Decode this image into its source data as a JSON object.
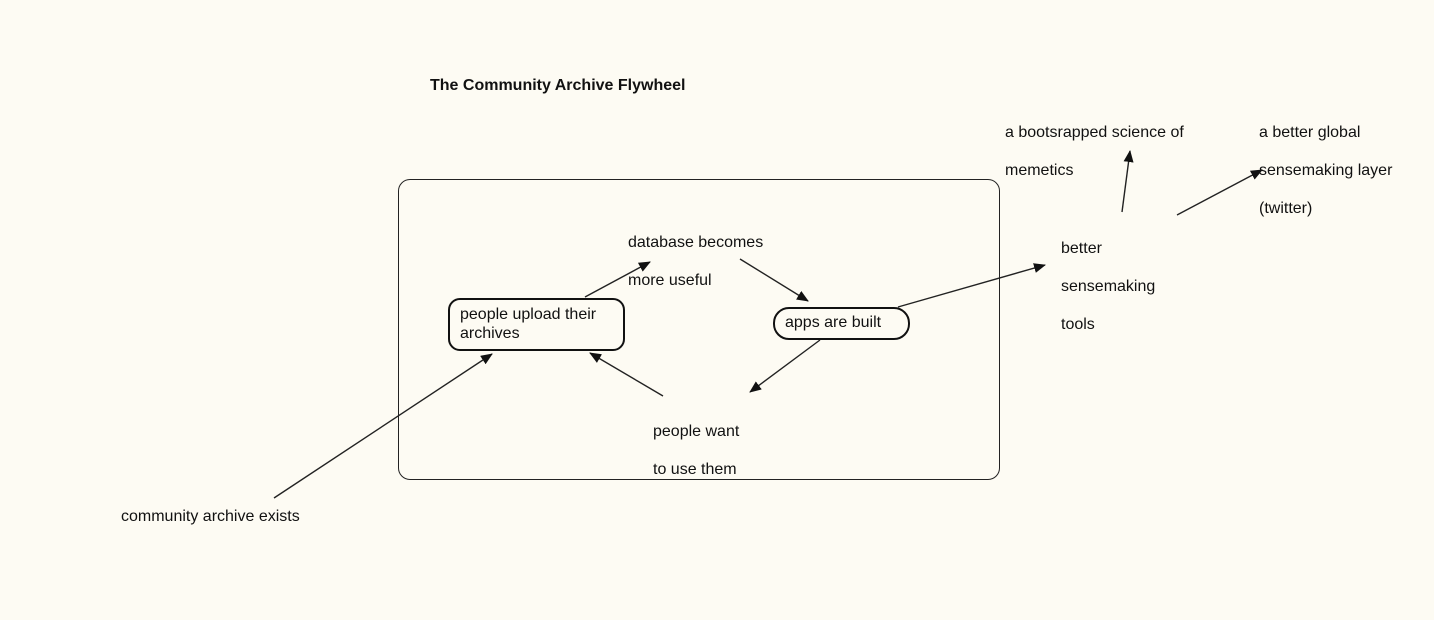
{
  "diagram": {
    "title": "The Community Archive Flywheel",
    "nodes": {
      "upload": {
        "line1": "people upload their",
        "line2": "archives"
      },
      "apps": {
        "text": "apps are built"
      }
    },
    "labels": {
      "database": {
        "line1": "database becomes",
        "line2": "more useful"
      },
      "want": {
        "line1": "people want",
        "line2": "to use them"
      },
      "exists": {
        "text": "community archive exists"
      },
      "tools": {
        "line1": "better",
        "line2": "sensemaking",
        "line3": "tools"
      },
      "memetics": {
        "line1": "a bootsrapped science of",
        "line2": "memetics"
      },
      "global": {
        "line1": "a better global",
        "line2": "sensemaking layer",
        "line3": "(twitter)"
      }
    },
    "edges": [
      {
        "from": "people upload their archives",
        "to": "database becomes more useful"
      },
      {
        "from": "database becomes more useful",
        "to": "apps are built"
      },
      {
        "from": "apps are built",
        "to": "people want to use them"
      },
      {
        "from": "people want to use them",
        "to": "people upload their archives"
      },
      {
        "from": "community archive exists",
        "to": "people upload their archives"
      },
      {
        "from": "apps are built",
        "to": "better sensemaking tools"
      },
      {
        "from": "better sensemaking tools",
        "to": "a bootsrapped science of memetics"
      },
      {
        "from": "better sensemaking tools",
        "to": "a better global sensemaking layer (twitter)"
      }
    ]
  }
}
